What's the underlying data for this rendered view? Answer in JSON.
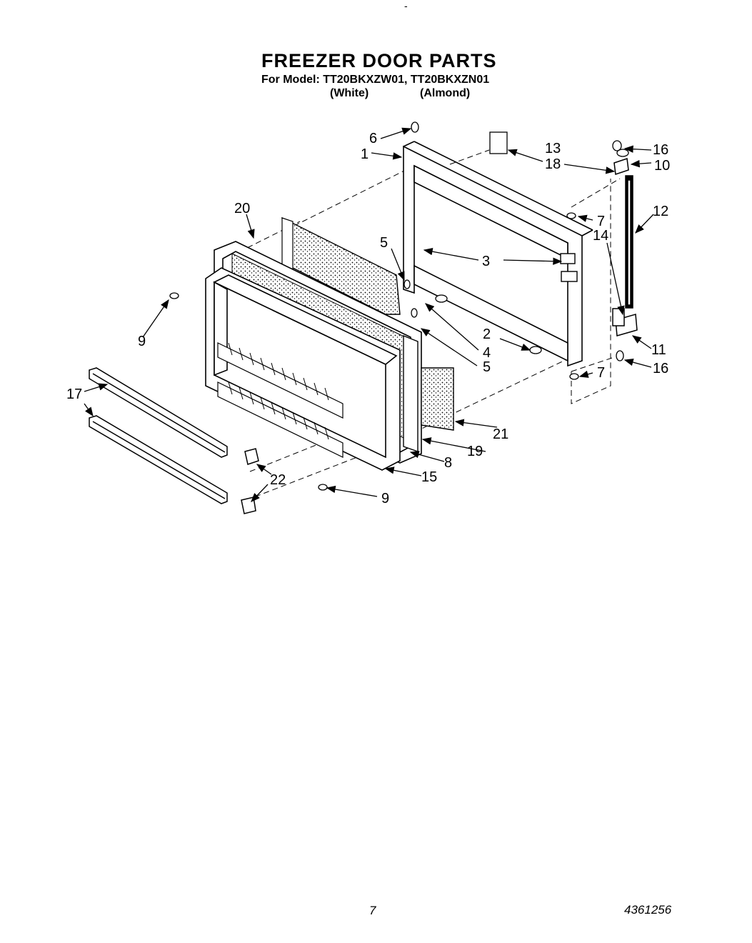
{
  "header": {
    "top_mark": "-",
    "title": "FREEZER DOOR PARTS",
    "model_line": "For Model: TT20BKXZW01, TT20BKXZN01",
    "variant_white": "(White)",
    "variant_almond": "(Almond)"
  },
  "callouts": [
    {
      "id": "c1",
      "label": "1"
    },
    {
      "id": "c2",
      "label": "2"
    },
    {
      "id": "c3",
      "label": "3"
    },
    {
      "id": "c4",
      "label": "4"
    },
    {
      "id": "c5a",
      "label": "5"
    },
    {
      "id": "c5b",
      "label": "5"
    },
    {
      "id": "c6",
      "label": "6"
    },
    {
      "id": "c7a",
      "label": "7"
    },
    {
      "id": "c7b",
      "label": "7"
    },
    {
      "id": "c8",
      "label": "8"
    },
    {
      "id": "c9a",
      "label": "9"
    },
    {
      "id": "c9b",
      "label": "9"
    },
    {
      "id": "c10",
      "label": "10"
    },
    {
      "id": "c11",
      "label": "11"
    },
    {
      "id": "c12",
      "label": "12"
    },
    {
      "id": "c13",
      "label": "13"
    },
    {
      "id": "c14",
      "label": "14"
    },
    {
      "id": "c15",
      "label": "15"
    },
    {
      "id": "c16a",
      "label": "16"
    },
    {
      "id": "c16b",
      "label": "16"
    },
    {
      "id": "c17",
      "label": "17"
    },
    {
      "id": "c18",
      "label": "18"
    },
    {
      "id": "c19",
      "label": "19"
    },
    {
      "id": "c20",
      "label": "20"
    },
    {
      "id": "c21",
      "label": "21"
    },
    {
      "id": "c22",
      "label": "22"
    }
  ],
  "footer": {
    "page_number": "7",
    "doc_number": "4361256"
  }
}
